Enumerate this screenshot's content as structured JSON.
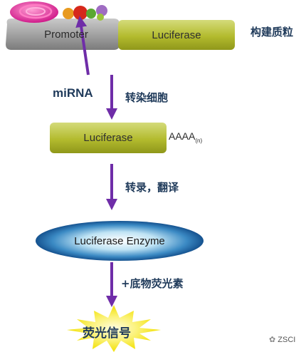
{
  "diagram": {
    "plasmid": {
      "promoter_label": "Promoter",
      "luciferase_label": "Luciferase",
      "caption": "构建质粒"
    },
    "mirna_label": "miRNA",
    "step1": "转染细胞",
    "mrna": {
      "luciferase_label": "Luciferase",
      "polya_label": "AAAA",
      "polya_subscript": "(n)"
    },
    "step2": "转录，翻译",
    "enzyme_label": "Luciferase Enzyme",
    "step3": "+底物荧光素",
    "signal_label": "荧光信号",
    "watermark": "ZSCI",
    "colors": {
      "arrow": "#6f2da8",
      "box_green": "#a7b12a",
      "promoter_gray": "#9a9a9a",
      "enzyme_blue": "#1e63a8",
      "burst_yellow": "#f5e81a",
      "text_navy": "#1f3a5a"
    }
  }
}
